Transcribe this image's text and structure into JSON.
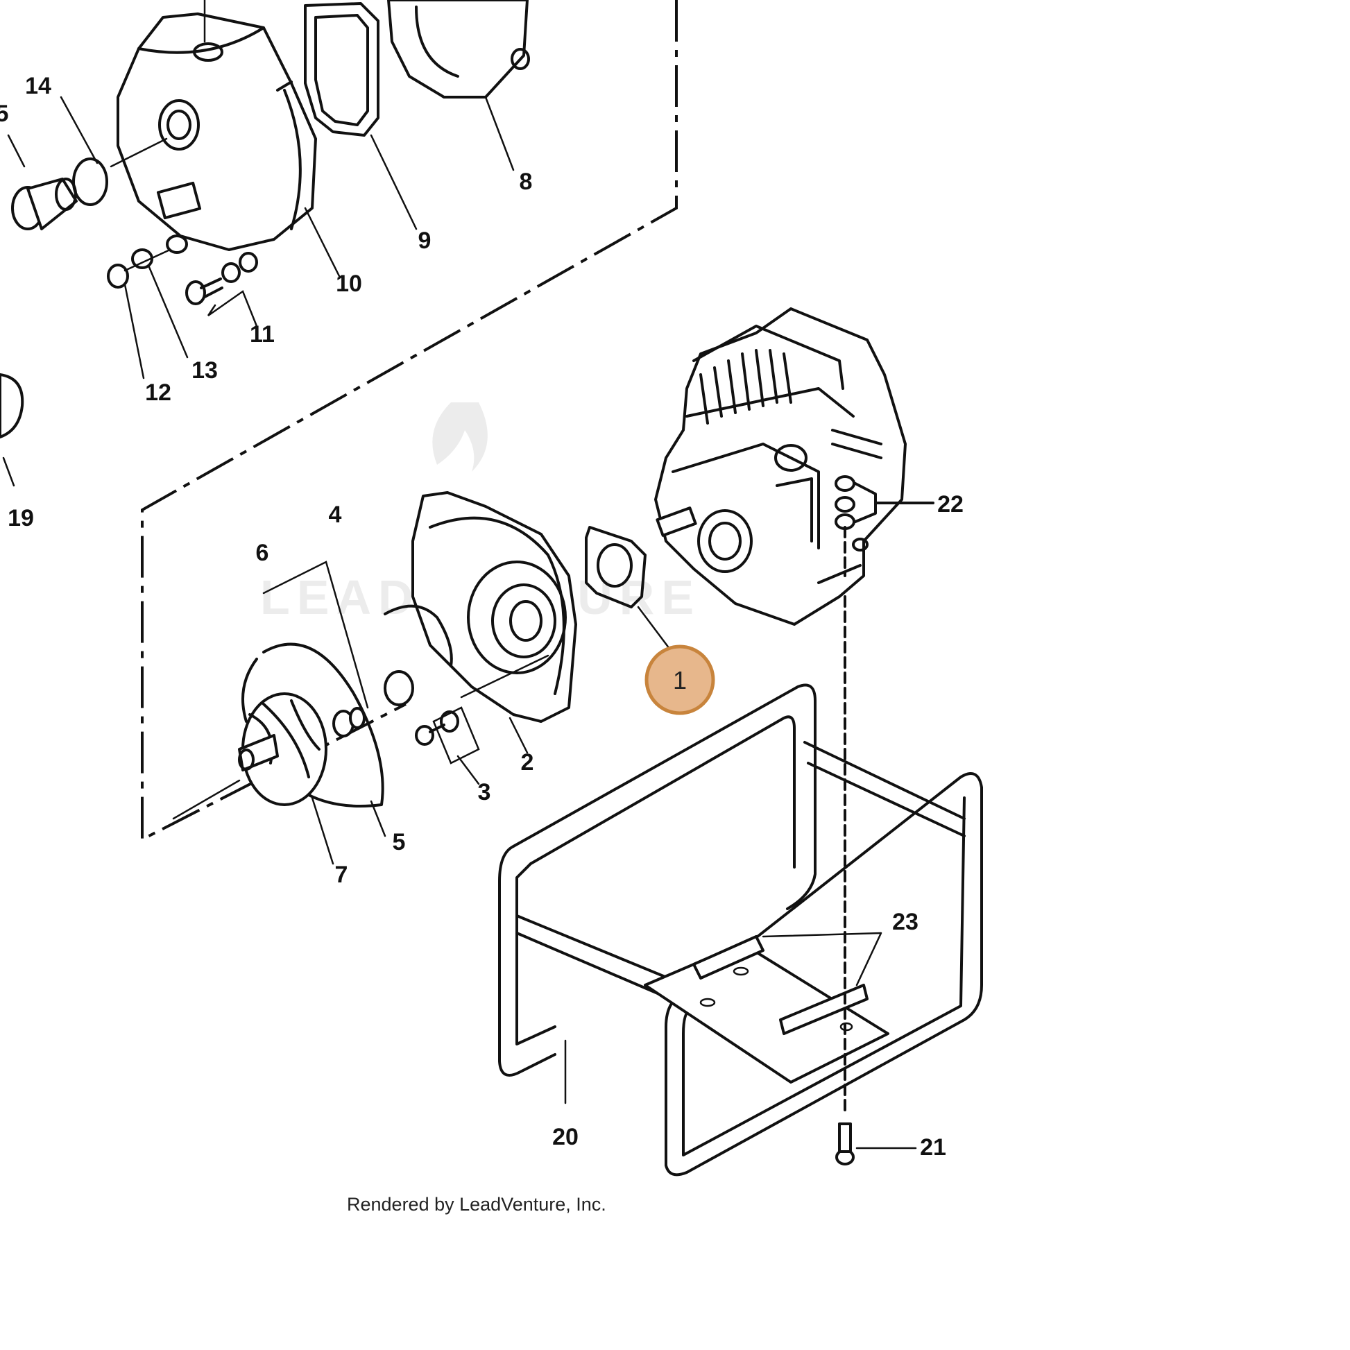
{
  "watermark": "LEADVENTURE",
  "caption": "Rendered by LeadVenture, Inc.",
  "highlight_color": "#e7b78c",
  "parts": [
    {
      "id": "part-1",
      "label": "1",
      "highlighted": true
    },
    {
      "id": "part-2",
      "label": "2"
    },
    {
      "id": "part-3",
      "label": "3"
    },
    {
      "id": "part-4",
      "label": "4"
    },
    {
      "id": "part-5",
      "label": "5"
    },
    {
      "id": "part-6",
      "label": "6"
    },
    {
      "id": "part-7",
      "label": "7"
    },
    {
      "id": "part-8",
      "label": "8"
    },
    {
      "id": "part-9",
      "label": "9"
    },
    {
      "id": "part-10",
      "label": "10"
    },
    {
      "id": "part-11",
      "label": "11"
    },
    {
      "id": "part-12",
      "label": "12"
    },
    {
      "id": "part-13",
      "label": "13"
    },
    {
      "id": "part-14",
      "label": "14"
    },
    {
      "id": "part-15",
      "label": "5"
    },
    {
      "id": "part-19",
      "label": "19"
    },
    {
      "id": "part-20",
      "label": "20"
    },
    {
      "id": "part-21",
      "label": "21"
    },
    {
      "id": "part-22",
      "label": "22"
    },
    {
      "id": "part-23",
      "label": "23"
    }
  ]
}
